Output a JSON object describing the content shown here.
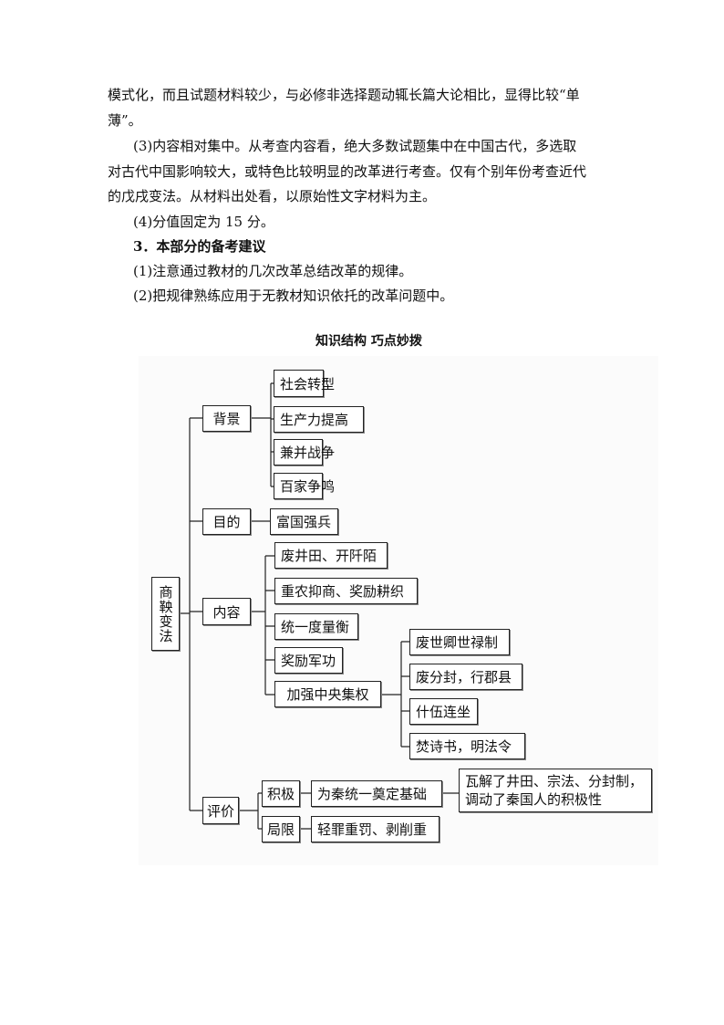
{
  "text": {
    "l1": "模式化，而且试题材料较少，与必修非选择题动辄长篇大论相比，显得比较“单",
    "l2": "薄”。",
    "l3": "(3)内容相对集中。从考查内容看，绝大多数试题集中在中国古代，多选取",
    "l4": "对古代中国影响较大，或特色比较明显的改革进行考查。仅有个别年份考查近代",
    "l5": "的戊戌变法。从材料出处看，以原始性文字材料为主。",
    "l6": "(4)分值固定为 15 分。",
    "l7": "3．本部分的备考建议",
    "l8": "(1)注意通过教材的几次改革总结改革的规律。",
    "l9": "(2)把规律熟练应用于无教材知识依托的改革问题中。"
  },
  "diagram": {
    "title": "知识结构  巧点妙拨",
    "root": "商鞅变法",
    "background": {
      "label": "背景",
      "items": [
        "社会转型",
        "生产力提高",
        "兼并战争",
        "百家争鸣"
      ]
    },
    "purpose": {
      "label": "目的",
      "items": [
        "富国强兵"
      ]
    },
    "content": {
      "label": "内容",
      "items": [
        "废井田、开阡陌",
        "重农抑商、奖励耕织",
        "统一度量衡",
        "奖励军功",
        "加强中央集权"
      ],
      "centralization": [
        "废世卿世禄制",
        "废分封，行郡县",
        "什伍连坐",
        "焚诗书，明法令"
      ]
    },
    "evaluation": {
      "label": "评价",
      "positive": {
        "label": "积极",
        "item": "为秦统一奠定基础",
        "detail": "瓦解了井田、宗法、分封制，调动了秦国人的积极性"
      },
      "limitation": {
        "label": "局限",
        "item": "轻罪重罚、剥削重"
      }
    }
  }
}
